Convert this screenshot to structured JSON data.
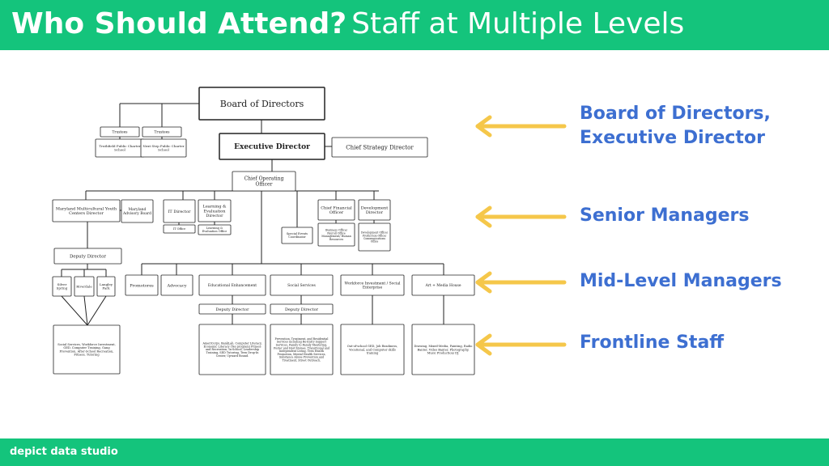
{
  "header": {
    "title_bold": "Who Should Attend?",
    "title_light": "Staff at Multiple Levels"
  },
  "footer": {
    "brand": "depict data studio"
  },
  "org_chart": {
    "nodes": [
      {
        "id": "board",
        "text": "Board of Directors"
      },
      {
        "id": "trustees1",
        "text": "Trustees"
      },
      {
        "id": "trustees2",
        "text": "Trustees"
      },
      {
        "id": "truth",
        "text": "Truthfield Public Charter School"
      },
      {
        "id": "nextstep",
        "text": "Next Step Public Charter School"
      },
      {
        "id": "ed",
        "text": "Executive Director"
      },
      {
        "id": "csd",
        "text": "Chief Strategy Director"
      },
      {
        "id": "coo",
        "text": "Chief Operating Officer"
      },
      {
        "id": "mmyc",
        "text": "Maryland Multicultural Youth Centers Director"
      },
      {
        "id": "mab",
        "text": "Maryland Advisory Board"
      },
      {
        "id": "itd",
        "text": "IT Director"
      },
      {
        "id": "ito",
        "text": "IT Office"
      },
      {
        "id": "led",
        "text": "Learning & Evaluation Director"
      },
      {
        "id": "leo",
        "text": "Learning & Evaluation Office"
      },
      {
        "id": "sec",
        "text": "Special Events Coordinator"
      },
      {
        "id": "cfo",
        "text": "Chief Financial Officer"
      },
      {
        "id": "bus",
        "text": "Business Office/ Payroll Office Management/ Human Resources"
      },
      {
        "id": "devd",
        "text": "Development Director"
      },
      {
        "id": "devo",
        "text": "Development Office/ Production Office/ Communications Office"
      },
      {
        "id": "dd1",
        "text": "Deputy Director"
      },
      {
        "id": "silver",
        "text": "Silver Spring"
      },
      {
        "id": "riverdale",
        "text": "Riverdale"
      },
      {
        "id": "langley",
        "text": "Langley Park"
      },
      {
        "id": "ss",
        "text": "Social Services, Workforce Investment, GED, Computer Training, Gang Prevention, After-School Recreation, Fitness, Tutoring"
      },
      {
        "id": "promo",
        "text": "Promotores"
      },
      {
        "id": "adv",
        "text": "Advocacy"
      },
      {
        "id": "edu",
        "text": "Educational Enhancement"
      },
      {
        "id": "dd2",
        "text": "Deputy Director"
      },
      {
        "id": "eduprog",
        "text": "AmeriCorps, BankLab, Computer Literacy, Economic Literacy (Tes program) Fitness and Recreation, In-School, Leadership Training, SED Tutoring, Teen Drop-In Center, Upward Bound."
      },
      {
        "id": "socs",
        "text": "Social Services"
      },
      {
        "id": "dd3",
        "text": "Deputy Director"
      },
      {
        "id": "socprog",
        "text": "Prevention, Treatment, and Residential Services including Re-Entry Support Services, Family to Family Mentoring, Foster and Host Homes, Transitional and Independent Living, Teen Health Promotion, Mental Health Services, Substance Abuse Prevention and Treatment, Street Outreach."
      },
      {
        "id": "wf",
        "text": "Workforce Investment / Social Enterprise"
      },
      {
        "id": "wfprog",
        "text": "Out-of-school GED, Job Readiness, Vocational, and Computer skills training"
      },
      {
        "id": "art",
        "text": "Art + Media House"
      },
      {
        "id": "artprog",
        "text": "Drawing, Mixed-Media, Painting, Radio Banter, Video Banter, Photography, Music Production/ DJ."
      }
    ]
  },
  "labels": [
    {
      "lines": [
        "Board of Directors,",
        "Executive Director"
      ],
      "arrow_color": "#f5c74a"
    },
    {
      "lines": [
        "Senior Managers"
      ],
      "arrow_color": "#f5c74a"
    },
    {
      "lines": [
        "Mid-Level Managers"
      ],
      "arrow_color": "#f5c74a"
    },
    {
      "lines": [
        "Frontline Staff"
      ],
      "arrow_color": "#f5c74a"
    }
  ],
  "colors": {
    "header_green": "#14c47c",
    "label_blue": "#3d6fd1",
    "arrow_yellow": "#f5c74a"
  }
}
